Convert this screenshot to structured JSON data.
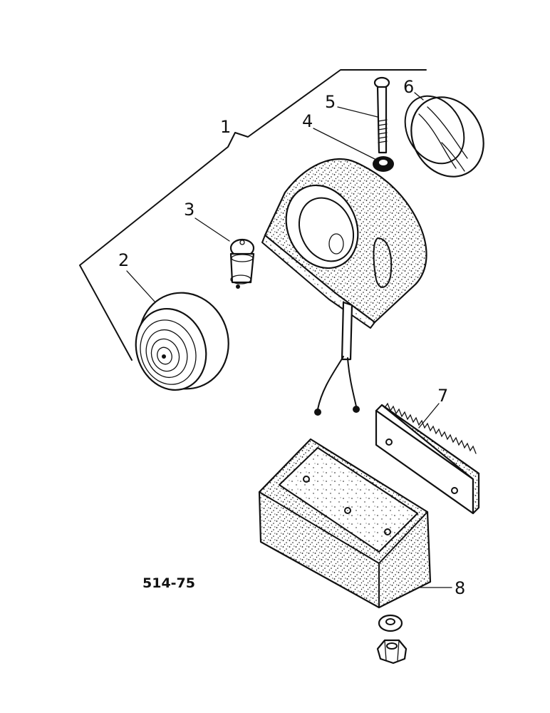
{
  "diagram": {
    "callouts": {
      "c1": "1",
      "c2": "2",
      "c3": "3",
      "c4": "4",
      "c5": "5",
      "c6": "6",
      "c7": "7",
      "c8": "8"
    },
    "drawing_code": "514-75"
  }
}
